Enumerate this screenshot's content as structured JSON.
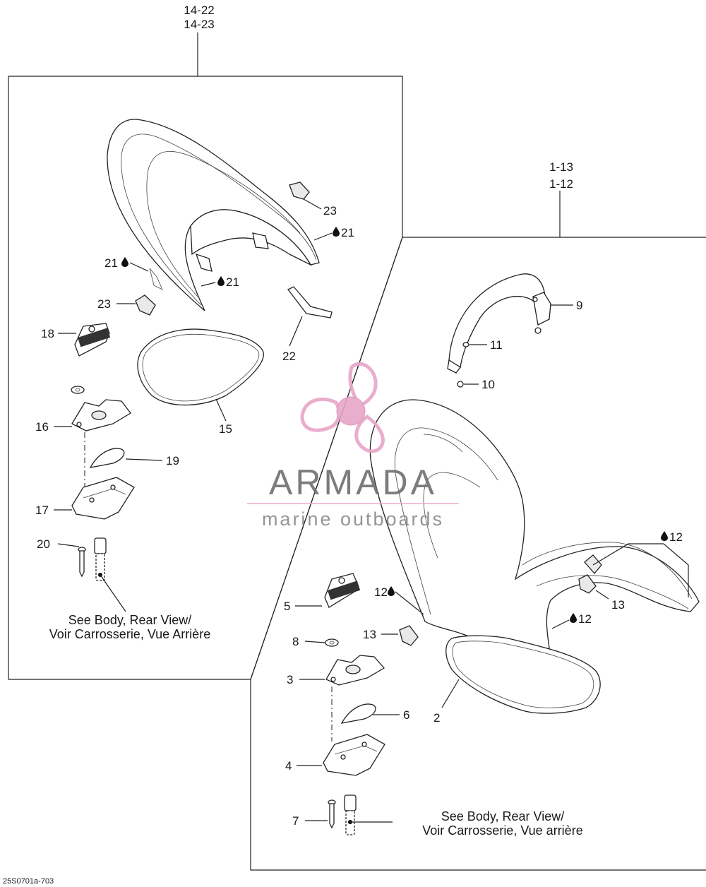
{
  "refs": {
    "top_left_a": "14-22",
    "top_left_b": "14-23",
    "top_right_a": "1-13",
    "top_right_b": "1-12"
  },
  "callouts": {
    "c23a": "23",
    "c21a": "21",
    "c21b": "21",
    "c21c": "21",
    "c23b": "23",
    "c18": "18",
    "c22": "22",
    "c15": "15",
    "c16": "16",
    "c19": "19",
    "c17": "17",
    "c20": "20",
    "c9": "9",
    "c11": "11",
    "c10": "10",
    "c12a": "12",
    "c12b": "12",
    "c12c": "12",
    "c13a": "13",
    "c13b": "13",
    "c5": "5",
    "c8": "8",
    "c3": "3",
    "c6": "6",
    "c2": "2",
    "c4": "4",
    "c7": "7"
  },
  "notes": {
    "left_line1": "See Body, Rear View/",
    "left_line2": "Voir Carrosserie, Vue Arrière",
    "right_line1": "See Body, Rear View/",
    "right_line2": "Voir Carrosserie, Vue arrière"
  },
  "watermark": {
    "brand": "ARMADA",
    "tagline": "marine outboards",
    "brand_color": "#e8a6c8"
  },
  "figure_code": "25S0701a-703",
  "icons": {
    "lubricant": "oil-drop-icon"
  }
}
